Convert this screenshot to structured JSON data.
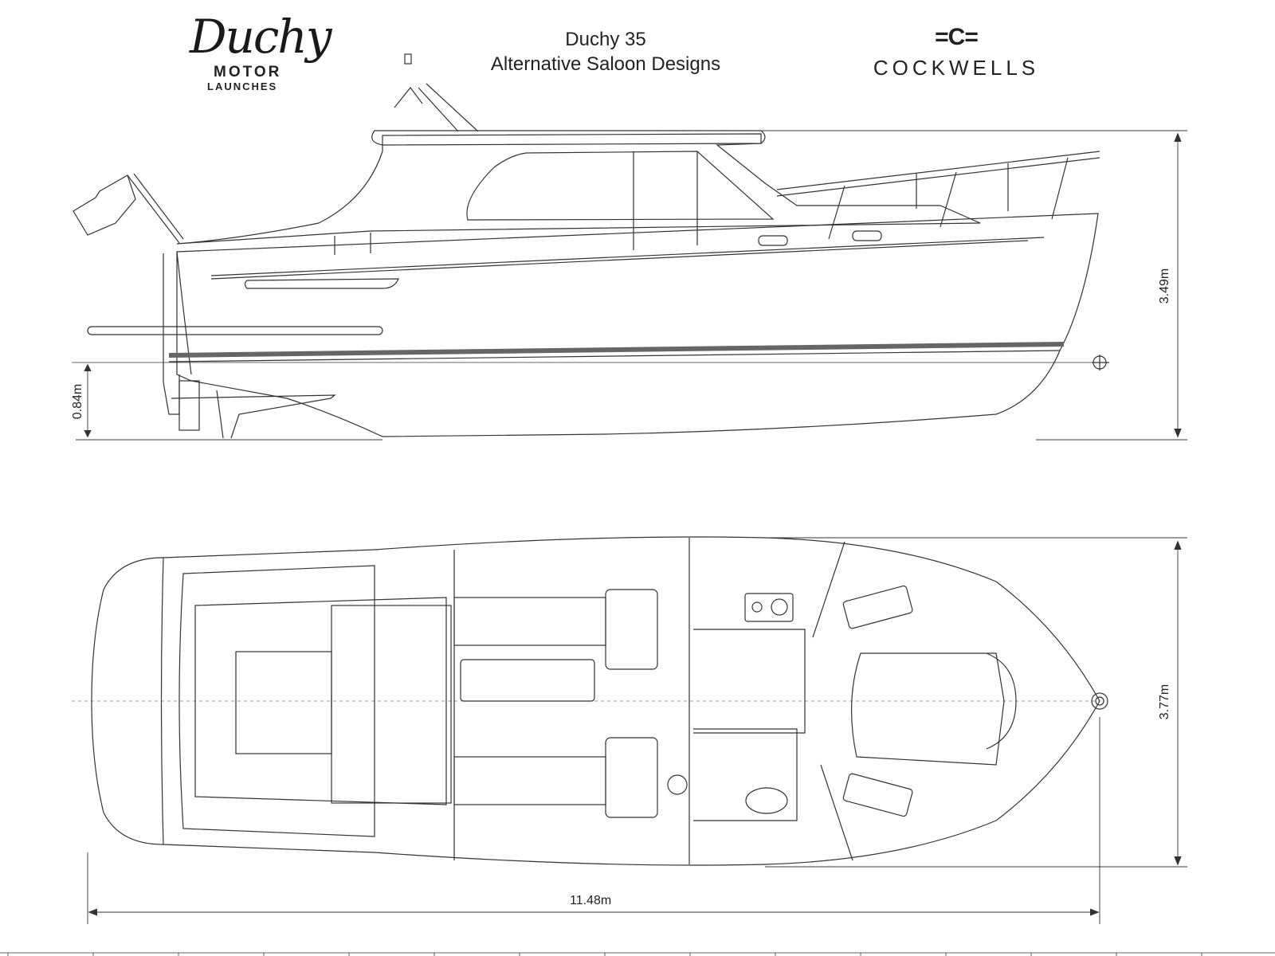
{
  "header": {
    "title_line1": "Duchy 35",
    "title_line2": "Alternative Saloon Designs"
  },
  "logos": {
    "left": {
      "script": "Duchy",
      "line1": "MOTOR",
      "line2": "LAUNCHES"
    },
    "right": {
      "mark": "=C=",
      "word": "COCKWELLS"
    }
  },
  "dimensions": {
    "height_above_water": "3.49m",
    "draft": "0.84m",
    "beam": "3.77m",
    "length": "11.48m"
  },
  "colors": {
    "line": "#333333",
    "stripe": "#666666"
  }
}
